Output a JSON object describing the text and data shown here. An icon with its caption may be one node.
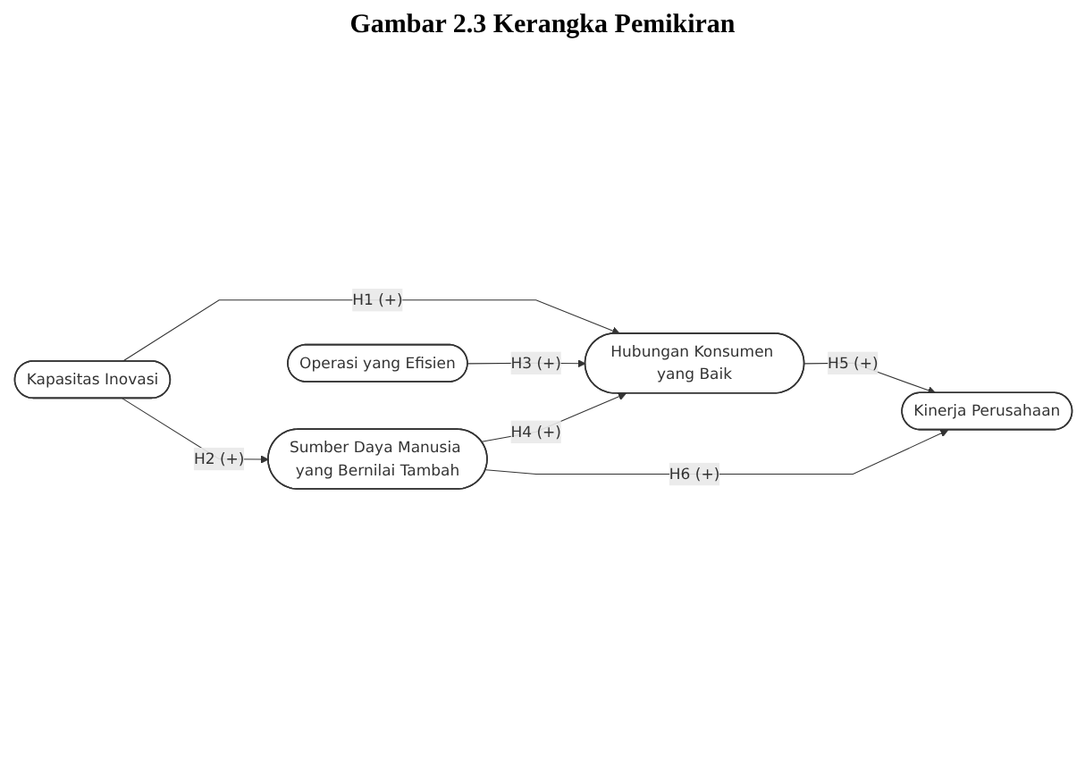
{
  "diagram": {
    "title": "Gambar 2.3 Kerangka Pemikiran",
    "nodes": [
      {
        "text": [
          "Kapasitas Inovasi"
        ]
      },
      {
        "text": [
          "Hubungan Konsumen yang Baik"
        ]
      },
      {
        "text": [
          "Kinerja Perusahaan"
        ]
      },
      {
        "text": [
          "Operasi yang Efisien"
        ]
      },
      {
        "text": [
          "Sumber Daya Manusia yang Bernilai Tambah"
        ]
      }
    ],
    "edges": [
      {
        "from": 0,
        "to": 1,
        "arrow": "to",
        "label": "H1 (+)"
      },
      {
        "from": 0,
        "to": 4,
        "arrow": "to",
        "label": "H2 (+)"
      },
      {
        "from": 3,
        "to": 1,
        "arrow": "to",
        "label": "H3 (+)"
      },
      {
        "from": 4,
        "to": 1,
        "arrow": "to",
        "label": "H4 (+)"
      },
      {
        "from": 1,
        "to": 2,
        "arrow": "to",
        "label": "H5 (+)"
      },
      {
        "from": 4,
        "to": 2,
        "arrow": "to",
        "label": "H6 (+)"
      }
    ]
  }
}
